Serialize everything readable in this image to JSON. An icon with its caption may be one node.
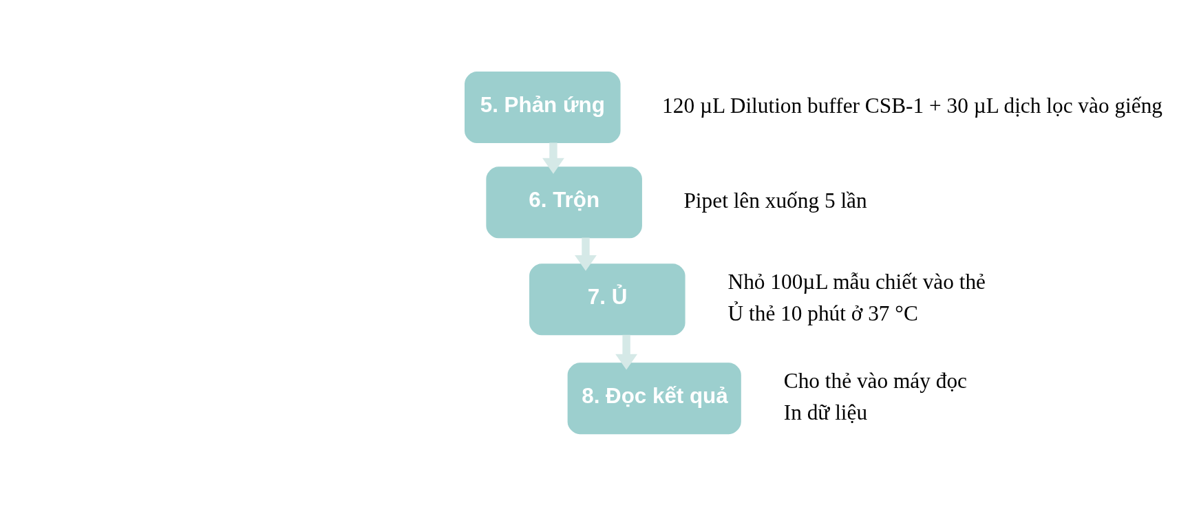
{
  "diagram": {
    "nodes": [
      {
        "text": [
          "5. Phản ứng"
        ],
        "beside": [
          "120 µL Dilution buffer CSB-1 + 30 µL dịch lọc vào giếng"
        ]
      },
      {
        "text": [
          "6. Trộn"
        ],
        "beside": [
          "Pipet lên xuống 5 lần"
        ]
      },
      {
        "text": [
          "7. Ủ"
        ],
        "beside": [
          "Nhỏ 100µL mẫu chiết vào thẻ",
          "Ủ thẻ 10 phút ở 37 °C"
        ]
      },
      {
        "text": [
          "8. Đọc kết quả"
        ],
        "beside": [
          "Cho thẻ vào máy đọc",
          "In dữ liệu"
        ]
      }
    ],
    "edges": [
      {
        "from": 0,
        "to": 1,
        "arrow": "to"
      },
      {
        "from": 1,
        "to": 2,
        "arrow": "to"
      },
      {
        "from": 2,
        "to": 3,
        "arrow": "to"
      }
    ]
  }
}
